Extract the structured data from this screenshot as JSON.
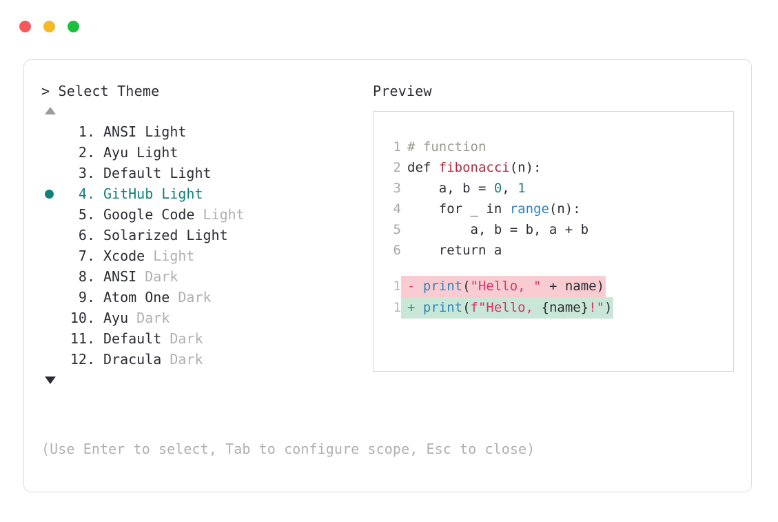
{
  "window": {
    "traffic_lights": [
      {
        "name": "close-button",
        "color": "#f4595b"
      },
      {
        "name": "minimize-button",
        "color": "#f5b928"
      },
      {
        "name": "maximize-button",
        "color": "#1dbf3e"
      }
    ]
  },
  "prompt": {
    "title": "> Select Theme",
    "scroll_up": "▲",
    "scroll_down": "▼",
    "hint": "(Use Enter to select, Tab to configure scope, Esc to close)"
  },
  "theme_list": {
    "selected_index": 4,
    "items": [
      {
        "num": "1.",
        "label": "ANSI",
        "suffix": "Light",
        "suffix_strong": true,
        "selected": false
      },
      {
        "num": "2.",
        "label": "Ayu",
        "suffix": "Light",
        "suffix_strong": true,
        "selected": false
      },
      {
        "num": "3.",
        "label": "Default",
        "suffix": "Light",
        "suffix_strong": true,
        "selected": false
      },
      {
        "num": "4.",
        "label": "GitHub",
        "suffix": "Light",
        "suffix_strong": true,
        "selected": true
      },
      {
        "num": "5.",
        "label": "Google Code",
        "suffix": "Light",
        "suffix_strong": false,
        "selected": false
      },
      {
        "num": "6.",
        "label": "Solarized",
        "suffix": "Light",
        "suffix_strong": true,
        "selected": false
      },
      {
        "num": "7.",
        "label": "Xcode",
        "suffix": "Light",
        "suffix_strong": false,
        "selected": false
      },
      {
        "num": "8.",
        "label": "ANSI",
        "suffix": "Dark",
        "suffix_strong": false,
        "selected": false
      },
      {
        "num": "9.",
        "label": "Atom One",
        "suffix": "Dark",
        "suffix_strong": false,
        "selected": false
      },
      {
        "num": "10.",
        "label": "Ayu",
        "suffix": "Dark",
        "suffix_strong": false,
        "selected": false
      },
      {
        "num": "11.",
        "label": "Default",
        "suffix": "Dark",
        "suffix_strong": false,
        "selected": false
      },
      {
        "num": "12.",
        "label": "Dracula",
        "suffix": "Dark",
        "suffix_strong": false,
        "selected": false
      }
    ]
  },
  "preview": {
    "title": "Preview",
    "code_lines": [
      {
        "ln": "1",
        "segments": [
          {
            "t": "# function",
            "c": "tok-comment"
          }
        ]
      },
      {
        "ln": "2",
        "segments": [
          {
            "t": "def ",
            "c": ""
          },
          {
            "t": "fibonacci",
            "c": "tok-fn"
          },
          {
            "t": "(n):",
            "c": ""
          }
        ]
      },
      {
        "ln": "3",
        "segments": [
          {
            "t": "    a, b = ",
            "c": ""
          },
          {
            "t": "0",
            "c": "tok-num"
          },
          {
            "t": ", ",
            "c": ""
          },
          {
            "t": "1",
            "c": "tok-num"
          }
        ]
      },
      {
        "ln": "4",
        "segments": [
          {
            "t": "    for _ in ",
            "c": ""
          },
          {
            "t": "range",
            "c": "tok-builtin"
          },
          {
            "t": "(n):",
            "c": ""
          }
        ]
      },
      {
        "ln": "5",
        "segments": [
          {
            "t": "        a, b = b, a + b",
            "c": ""
          }
        ]
      },
      {
        "ln": "6",
        "segments": [
          {
            "t": "    return a",
            "c": ""
          }
        ]
      }
    ],
    "diff_lines": [
      {
        "ln": "1",
        "kind": "del",
        "segments": [
          {
            "t": "- ",
            "c": "tok-minus"
          },
          {
            "t": "print",
            "c": "tok-builtin"
          },
          {
            "t": "(",
            "c": ""
          },
          {
            "t": "\"Hello, \"",
            "c": "tok-str"
          },
          {
            "t": " + name)",
            "c": ""
          }
        ]
      },
      {
        "ln": "1",
        "kind": "add",
        "segments": [
          {
            "t": "+ ",
            "c": "tok-plus"
          },
          {
            "t": "print",
            "c": "tok-builtin"
          },
          {
            "t": "(",
            "c": ""
          },
          {
            "t": "f\"Hello, ",
            "c": "tok-str"
          },
          {
            "t": "{name}",
            "c": ""
          },
          {
            "t": "!\"",
            "c": "tok-str"
          },
          {
            "t": ")",
            "c": ""
          }
        ]
      }
    ]
  },
  "colors": {
    "accent_teal": "#12807b",
    "text_dark": "#2b2d33",
    "text_muted": "#b0b0b0",
    "diff_del_bg": "#f9ccd2",
    "diff_add_bg": "#c9e7d6",
    "panel_border": "#dcdcdc"
  }
}
